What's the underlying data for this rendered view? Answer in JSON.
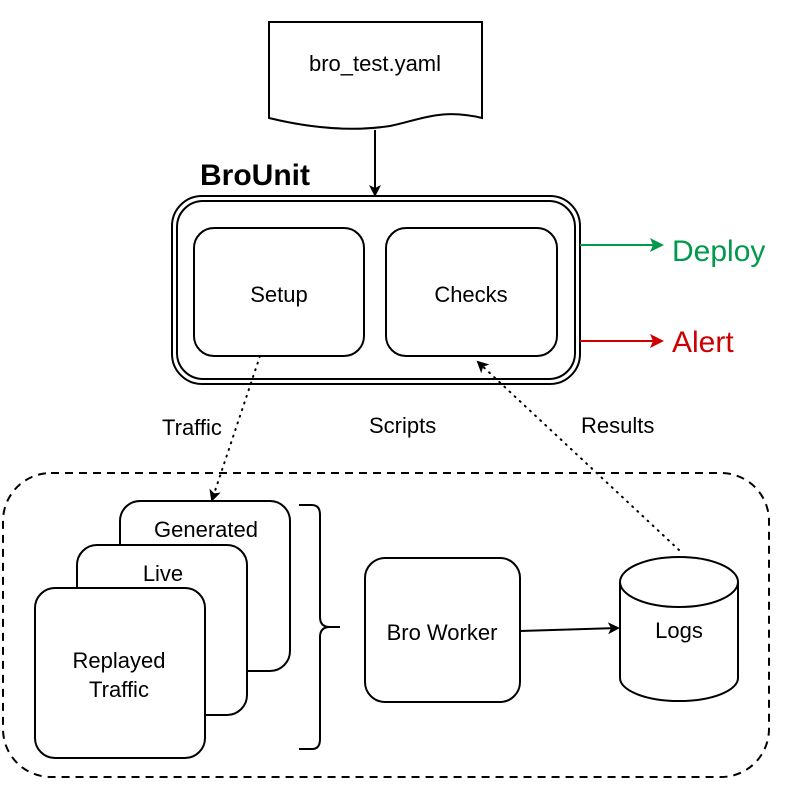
{
  "diagram": {
    "input_file": {
      "label": "bro_test.yaml"
    },
    "brounit": {
      "title": "BroUnit",
      "setup": {
        "label": "Setup"
      },
      "checks": {
        "label": "Checks"
      }
    },
    "outputs": {
      "deploy": {
        "label": "Deploy",
        "color": "#00994d"
      },
      "alert": {
        "label": "Alert",
        "color": "#cc0000"
      }
    },
    "edge_labels": {
      "traffic": "Traffic",
      "scripts": "Scripts",
      "results": "Results"
    },
    "environment": {
      "traffic_sources": [
        {
          "label": "Generated"
        },
        {
          "label": "Live"
        },
        {
          "label_line1": "Replayed",
          "label_line2": "Traffic"
        }
      ],
      "worker": {
        "label": "Bro Worker"
      },
      "logs": {
        "label": "Logs"
      }
    }
  }
}
